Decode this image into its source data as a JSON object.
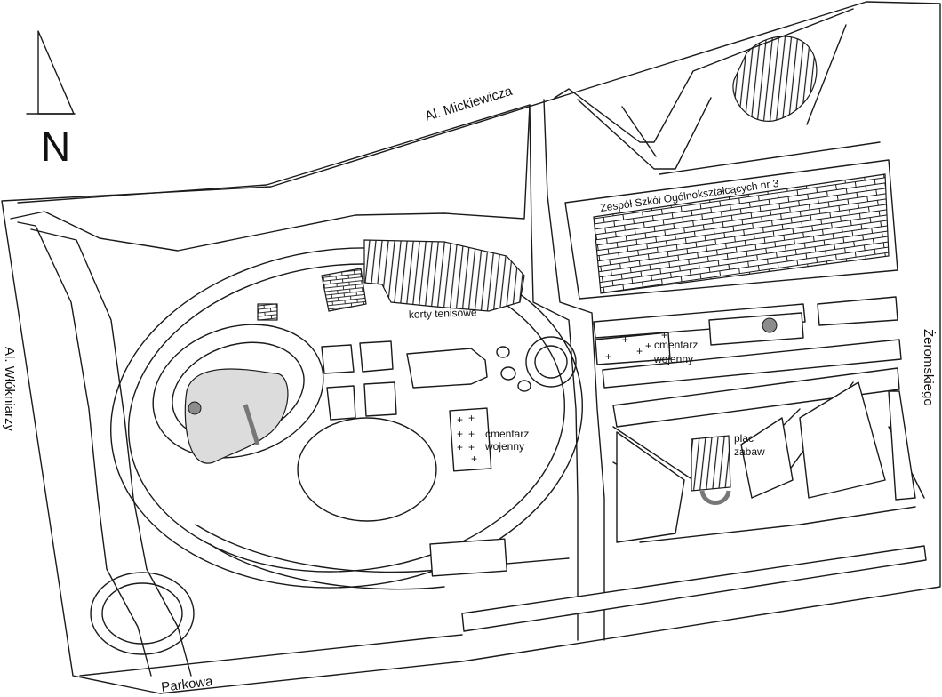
{
  "compass": {
    "letter": "N"
  },
  "streets": {
    "north": "Al. Mickiewicza",
    "west": "Al. Włókniarzy",
    "south": "Parkowa",
    "east": "Żeromskiego"
  },
  "places": {
    "school": "Zespół Szkół Ogólnokształcących nr 3",
    "tennis": "korty tenisowe",
    "cemetery_east_line1": "cmentarz",
    "cemetery_east_line2": "wojenny",
    "cemetery_west_line1": "cmentarz",
    "cemetery_west_line2": "wojenny",
    "playground_line1": "plac",
    "playground_line2": "zabaw"
  },
  "markers": {
    "cross": "+"
  },
  "colors": {
    "line": "#1a1a1a",
    "pond": "#dcdcdc",
    "monument": "#8c8c8c",
    "background": "#ffffff"
  }
}
